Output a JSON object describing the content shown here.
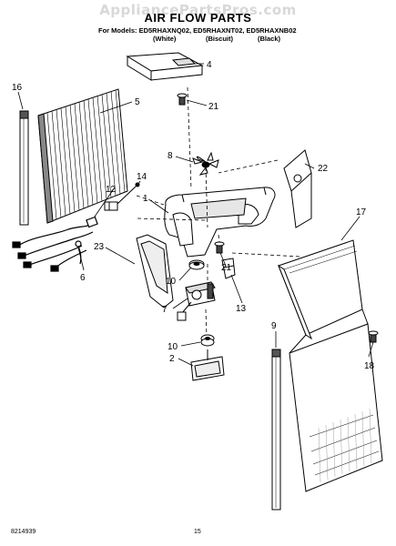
{
  "watermark": "AppliancePartsPros.com",
  "title": "AIR FLOW PARTS",
  "models_line": "For Models: ED5RHAXNQ02, ED5RHAXNT02, ED5RHAXNB02",
  "colors": {
    "white": "(White)",
    "biscuit": "(Biscuit)",
    "black": "(Black)"
  },
  "doc_number": "8214939",
  "page_number": "15",
  "callouts": [
    "16",
    "5",
    "4",
    "21",
    "8",
    "22",
    "14",
    "12",
    "1",
    "17",
    "23",
    "21",
    "6",
    "10",
    "13",
    "9",
    "7",
    "10",
    "18",
    "2"
  ]
}
